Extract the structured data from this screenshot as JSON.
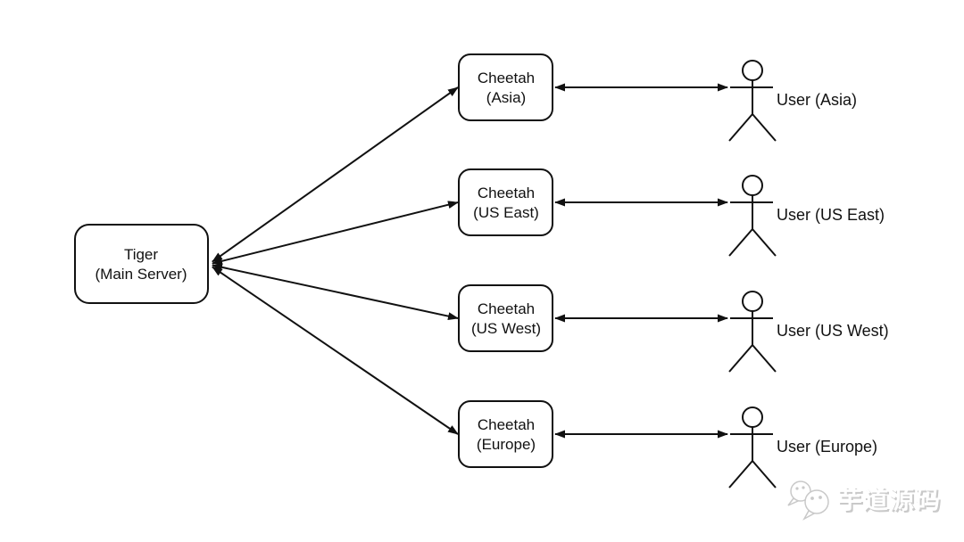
{
  "diagram": {
    "main_server": {
      "line1": "Tiger",
      "line2": "(Main Server)"
    },
    "regions": [
      {
        "server_line1": "Cheetah",
        "server_line2": "(Asia)",
        "user_label": "User (Asia)"
      },
      {
        "server_line1": "Cheetah",
        "server_line2": "(US East)",
        "user_label": "User (US East)"
      },
      {
        "server_line1": "Cheetah",
        "server_line2": "(US West)",
        "user_label": "User (US West)"
      },
      {
        "server_line1": "Cheetah",
        "server_line2": "(Europe)",
        "user_label": "User (Europe)"
      }
    ],
    "colors": {
      "stroke": "#111111",
      "box_fill": "#ffffff",
      "background": "#ffffff"
    }
  },
  "watermark": {
    "text": "芋道源码",
    "icon": "wechat-icon",
    "text_color": "#ffffff",
    "shadow_color": "#c9c9c9"
  }
}
